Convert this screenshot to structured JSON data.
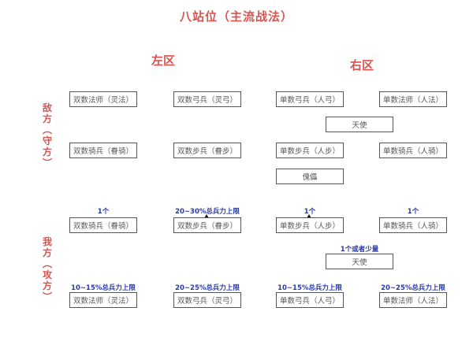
{
  "title": "八站位（主流战法）",
  "zones": {
    "left": "左区",
    "right": "右区"
  },
  "sides": {
    "enemy": [
      "敌",
      "方",
      "︵",
      "守",
      "方",
      "︶"
    ],
    "ours": [
      "我",
      "方",
      "︵",
      "攻",
      "方",
      "︶"
    ]
  },
  "colors": {
    "title": "#d9534f",
    "note": "#2a3aa8",
    "border": "#555555"
  },
  "enemy": {
    "row1": [
      "双数法师（灵法）",
      "双数弓兵（灵弓）",
      "单数弓兵（人弓）",
      "单数法师（人法）"
    ],
    "angel": "天使",
    "row2": [
      "双数骑兵（眷骑）",
      "双数步兵（眷步）",
      "单数步兵（人步）",
      "单数骑兵（人骑）"
    ],
    "puppet": "傀儡"
  },
  "ours": {
    "row1": [
      "双数骑兵（眷骑）",
      "双数步兵（眷步）",
      "单数步兵（人步）",
      "单数骑兵（人骑）"
    ],
    "row1_notes": [
      "1个",
      "20~30%总兵力上限",
      "1个",
      "1个"
    ],
    "angel": "天使",
    "angel_note": "1个或者少量",
    "row2": [
      "双数法师（灵法）",
      "双数弓兵（灵弓）",
      "单数弓兵（人弓）",
      "单数法师（人法）"
    ],
    "row2_notes": [
      "10~15%总兵力上限",
      "20~25%总兵力上限",
      "10~15%总兵力上限",
      "20~25%总兵力上限"
    ]
  }
}
